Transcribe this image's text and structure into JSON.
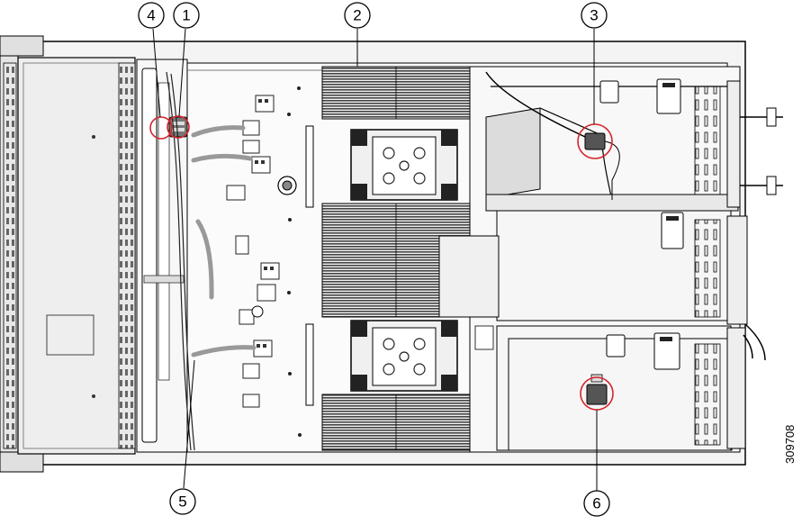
{
  "figure": {
    "id_label": "309708"
  },
  "callouts": [
    {
      "number": "4"
    },
    {
      "number": "1"
    },
    {
      "number": "2"
    },
    {
      "number": "3"
    },
    {
      "number": "5"
    },
    {
      "number": "6"
    }
  ],
  "colors": {
    "line": "#000000",
    "highlight_circle": "#d4242b",
    "metal_light": "#e6e6e6",
    "metal_mid": "#bdbdbd",
    "metal_dark": "#333333"
  }
}
